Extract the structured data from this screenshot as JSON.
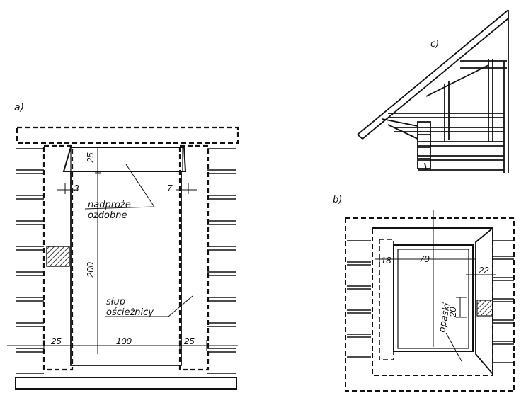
{
  "panels": {
    "a": "a)",
    "b": "b)",
    "c": "c)"
  },
  "labels": {
    "lintel_line1": "nadproże",
    "lintel_line2": "ozdobne",
    "post_line1": "słup",
    "post_line2": "ościeżnicy",
    "bands": "opaski"
  },
  "dimensions_a": {
    "lintel_height": "25",
    "left_offset": "3",
    "right_offset": "7",
    "opening_height": "200",
    "left_post": "25",
    "opening_width": "100",
    "right_post": "25"
  },
  "dimensions_b": {
    "frame": "18",
    "opening_width": "70",
    "side": "22",
    "band": "20"
  },
  "colors": {
    "ink": "#111111",
    "paper": "#ffffff"
  }
}
